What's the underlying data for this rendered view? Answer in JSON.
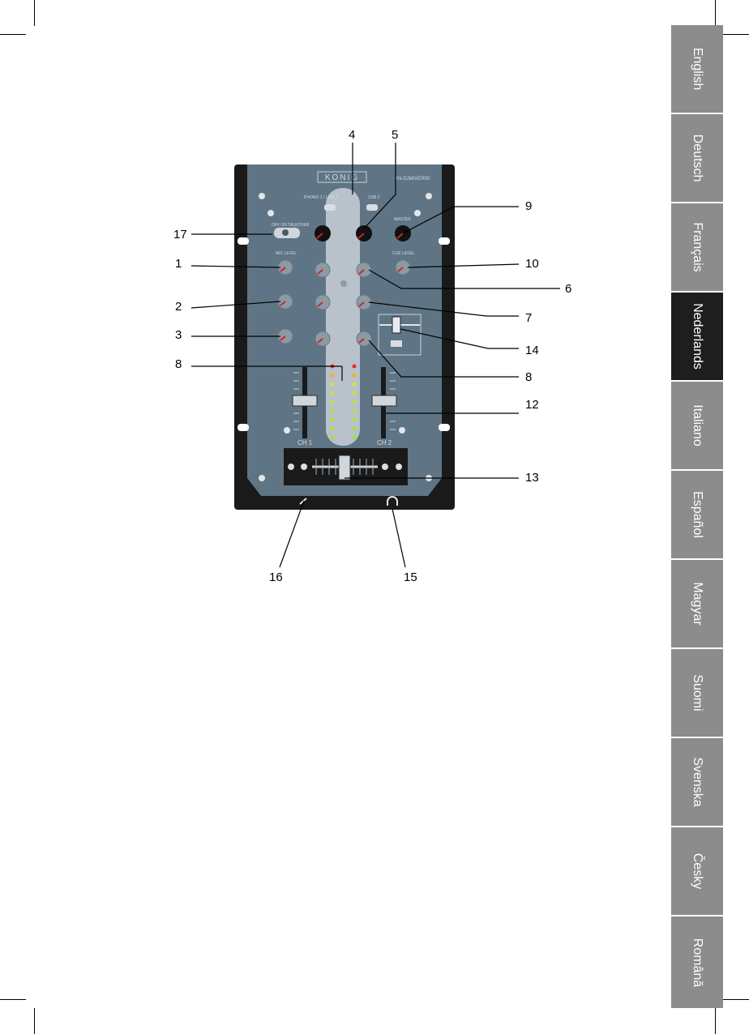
{
  "tabs": [
    {
      "label": "English",
      "active": false
    },
    {
      "label": "Deutsch",
      "active": false
    },
    {
      "label": "Français",
      "active": false
    },
    {
      "label": "Nederlands",
      "active": true
    },
    {
      "label": "Italiano",
      "active": false
    },
    {
      "label": "Español",
      "active": false
    },
    {
      "label": "Magyar",
      "active": false
    },
    {
      "label": "Suomi",
      "active": false
    },
    {
      "label": "Svenska",
      "active": false
    },
    {
      "label": "Česky",
      "active": false
    },
    {
      "label": "Română",
      "active": false
    }
  ],
  "mixer": {
    "brand": "KONIG",
    "model": "KN-DJMIXER50",
    "ch1_label": "CH 1",
    "ch2_label": "CH 2",
    "switch1_label": "PHONO 1 / LINE 1",
    "switch2_label": "USB 2",
    "talkover_label": "OFF   ON   TALKOVER",
    "mic_level_label": "MIC LEVEL",
    "master_label": "MASTER",
    "cue_level_label": "CUE LEVEL",
    "body_color": "#5f7585",
    "frame_color": "#1a1a1a"
  },
  "callouts": [
    "1",
    "2",
    "3",
    "4",
    "5",
    "6",
    "7",
    "8",
    "8",
    "9",
    "10",
    "12",
    "13",
    "14",
    "15",
    "16",
    "17"
  ]
}
